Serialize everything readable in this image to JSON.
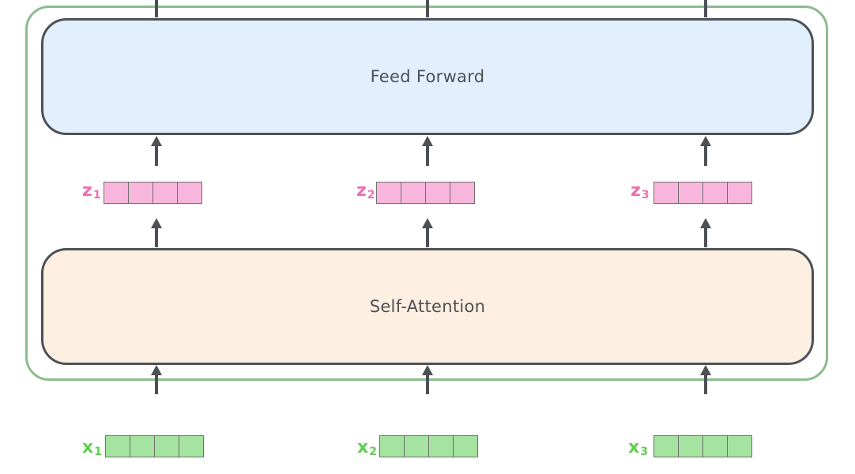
{
  "encoder": {
    "feed_forward_label": "Feed Forward",
    "self_attention_label": "Self-Attention"
  },
  "outputs": [
    {
      "letter": "z",
      "index": "1"
    },
    {
      "letter": "z",
      "index": "2"
    },
    {
      "letter": "z",
      "index": "3"
    }
  ],
  "inputs": [
    {
      "letter": "x",
      "index": "1"
    },
    {
      "letter": "x",
      "index": "2"
    },
    {
      "letter": "x",
      "index": "3"
    }
  ],
  "colors": {
    "frame": "#8cbc8c",
    "feed_forward_fill": "#e2efff",
    "self_attention_fill": "#fdefe1",
    "box_border": "#4d5156",
    "z_cell": "#f9b6dc",
    "z_label": "#ee6eb0",
    "x_cell": "#a5e3a0",
    "x_label": "#5fce4f"
  }
}
